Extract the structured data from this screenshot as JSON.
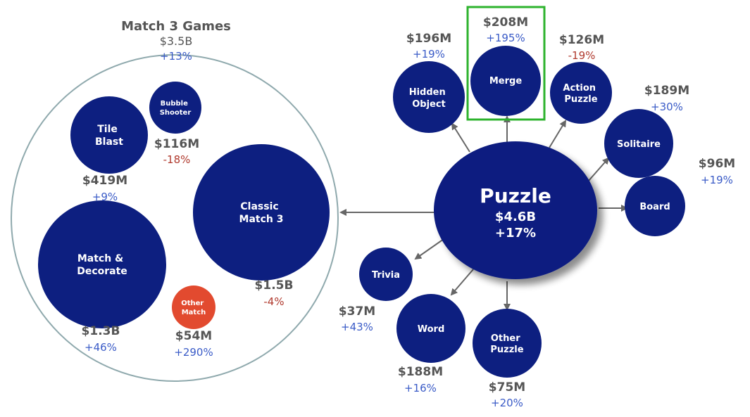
{
  "colors": {
    "bubble": "#0d1f80",
    "other_bubble": "#e24a2f",
    "group_ring": "#8fa9ad",
    "arrow": "#666666",
    "highlight_box": "#2db32d",
    "positive": "#3a5bc7",
    "negative": "#b03a2e"
  },
  "match3": {
    "title": "Match 3 Games",
    "amount": "$3.5B",
    "growth": "+13%",
    "segments": {
      "tile_blast": {
        "label": [
          "Tile",
          "Blast"
        ],
        "amount": "$419M",
        "growth": "+9%"
      },
      "bubble_shooter": {
        "label": [
          "Bubble",
          "Shooter"
        ],
        "amount": "$116M",
        "growth": "-18%"
      },
      "classic_match3": {
        "label": [
          "Classic",
          "Match 3"
        ],
        "amount": "$1.5B",
        "growth": "-4%"
      },
      "match_decorate": {
        "label": [
          "Match &",
          "Decorate"
        ],
        "amount": "$1.3B",
        "growth": "+46%"
      },
      "other_match": {
        "label": [
          "Other",
          "Match"
        ],
        "amount": "$54M",
        "growth": "+290%"
      }
    }
  },
  "puzzle": {
    "title": "Puzzle",
    "amount": "$4.6B",
    "growth": "+17%",
    "segments": {
      "merge": {
        "label": [
          "Merge"
        ],
        "amount": "$208M",
        "growth": "+195%"
      },
      "hidden_object": {
        "label": [
          "Hidden",
          "Object"
        ],
        "amount": "$196M",
        "growth": "+19%"
      },
      "action_puzzle": {
        "label": [
          "Action",
          "Puzzle"
        ],
        "amount": "$126M",
        "growth": "-19%"
      },
      "solitaire": {
        "label": [
          "Solitaire"
        ],
        "amount": "$189M",
        "growth": "+30%"
      },
      "board": {
        "label": [
          "Board"
        ],
        "amount": "$96M",
        "growth": "+19%"
      },
      "trivia": {
        "label": [
          "Trivia"
        ],
        "amount": "$37M",
        "growth": "+43%"
      },
      "word": {
        "label": [
          "Word"
        ],
        "amount": "$188M",
        "growth": "+16%"
      },
      "other_puzzle": {
        "label": [
          "Other",
          "Puzzle"
        ],
        "amount": "$75M",
        "growth": "+20%"
      }
    }
  }
}
